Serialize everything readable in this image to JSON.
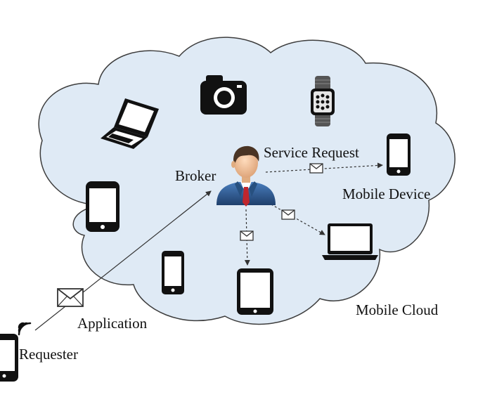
{
  "labels": {
    "broker": "Broker",
    "service_request": "Service Request",
    "mobile_device": "Mobile Device",
    "mobile_cloud": "Mobile Cloud",
    "application": "Application",
    "requester": "Requester"
  },
  "colors": {
    "cloud_fill": "#dfeaf5",
    "cloud_stroke": "#3d3d3d",
    "device": "#111111",
    "arrow": "#333333",
    "envelope": "#333333",
    "broker_suit": "#2f5e93",
    "broker_tie": "#c0262d",
    "broker_skin": "#f2c29a",
    "broker_hair": "#4a3424"
  },
  "icons": [
    "camera-icon",
    "smartwatch-icon",
    "laptop-icon",
    "smartphone-icon",
    "tablet-icon",
    "envelope-icon",
    "wifi-icon",
    "broker-person-icon"
  ]
}
